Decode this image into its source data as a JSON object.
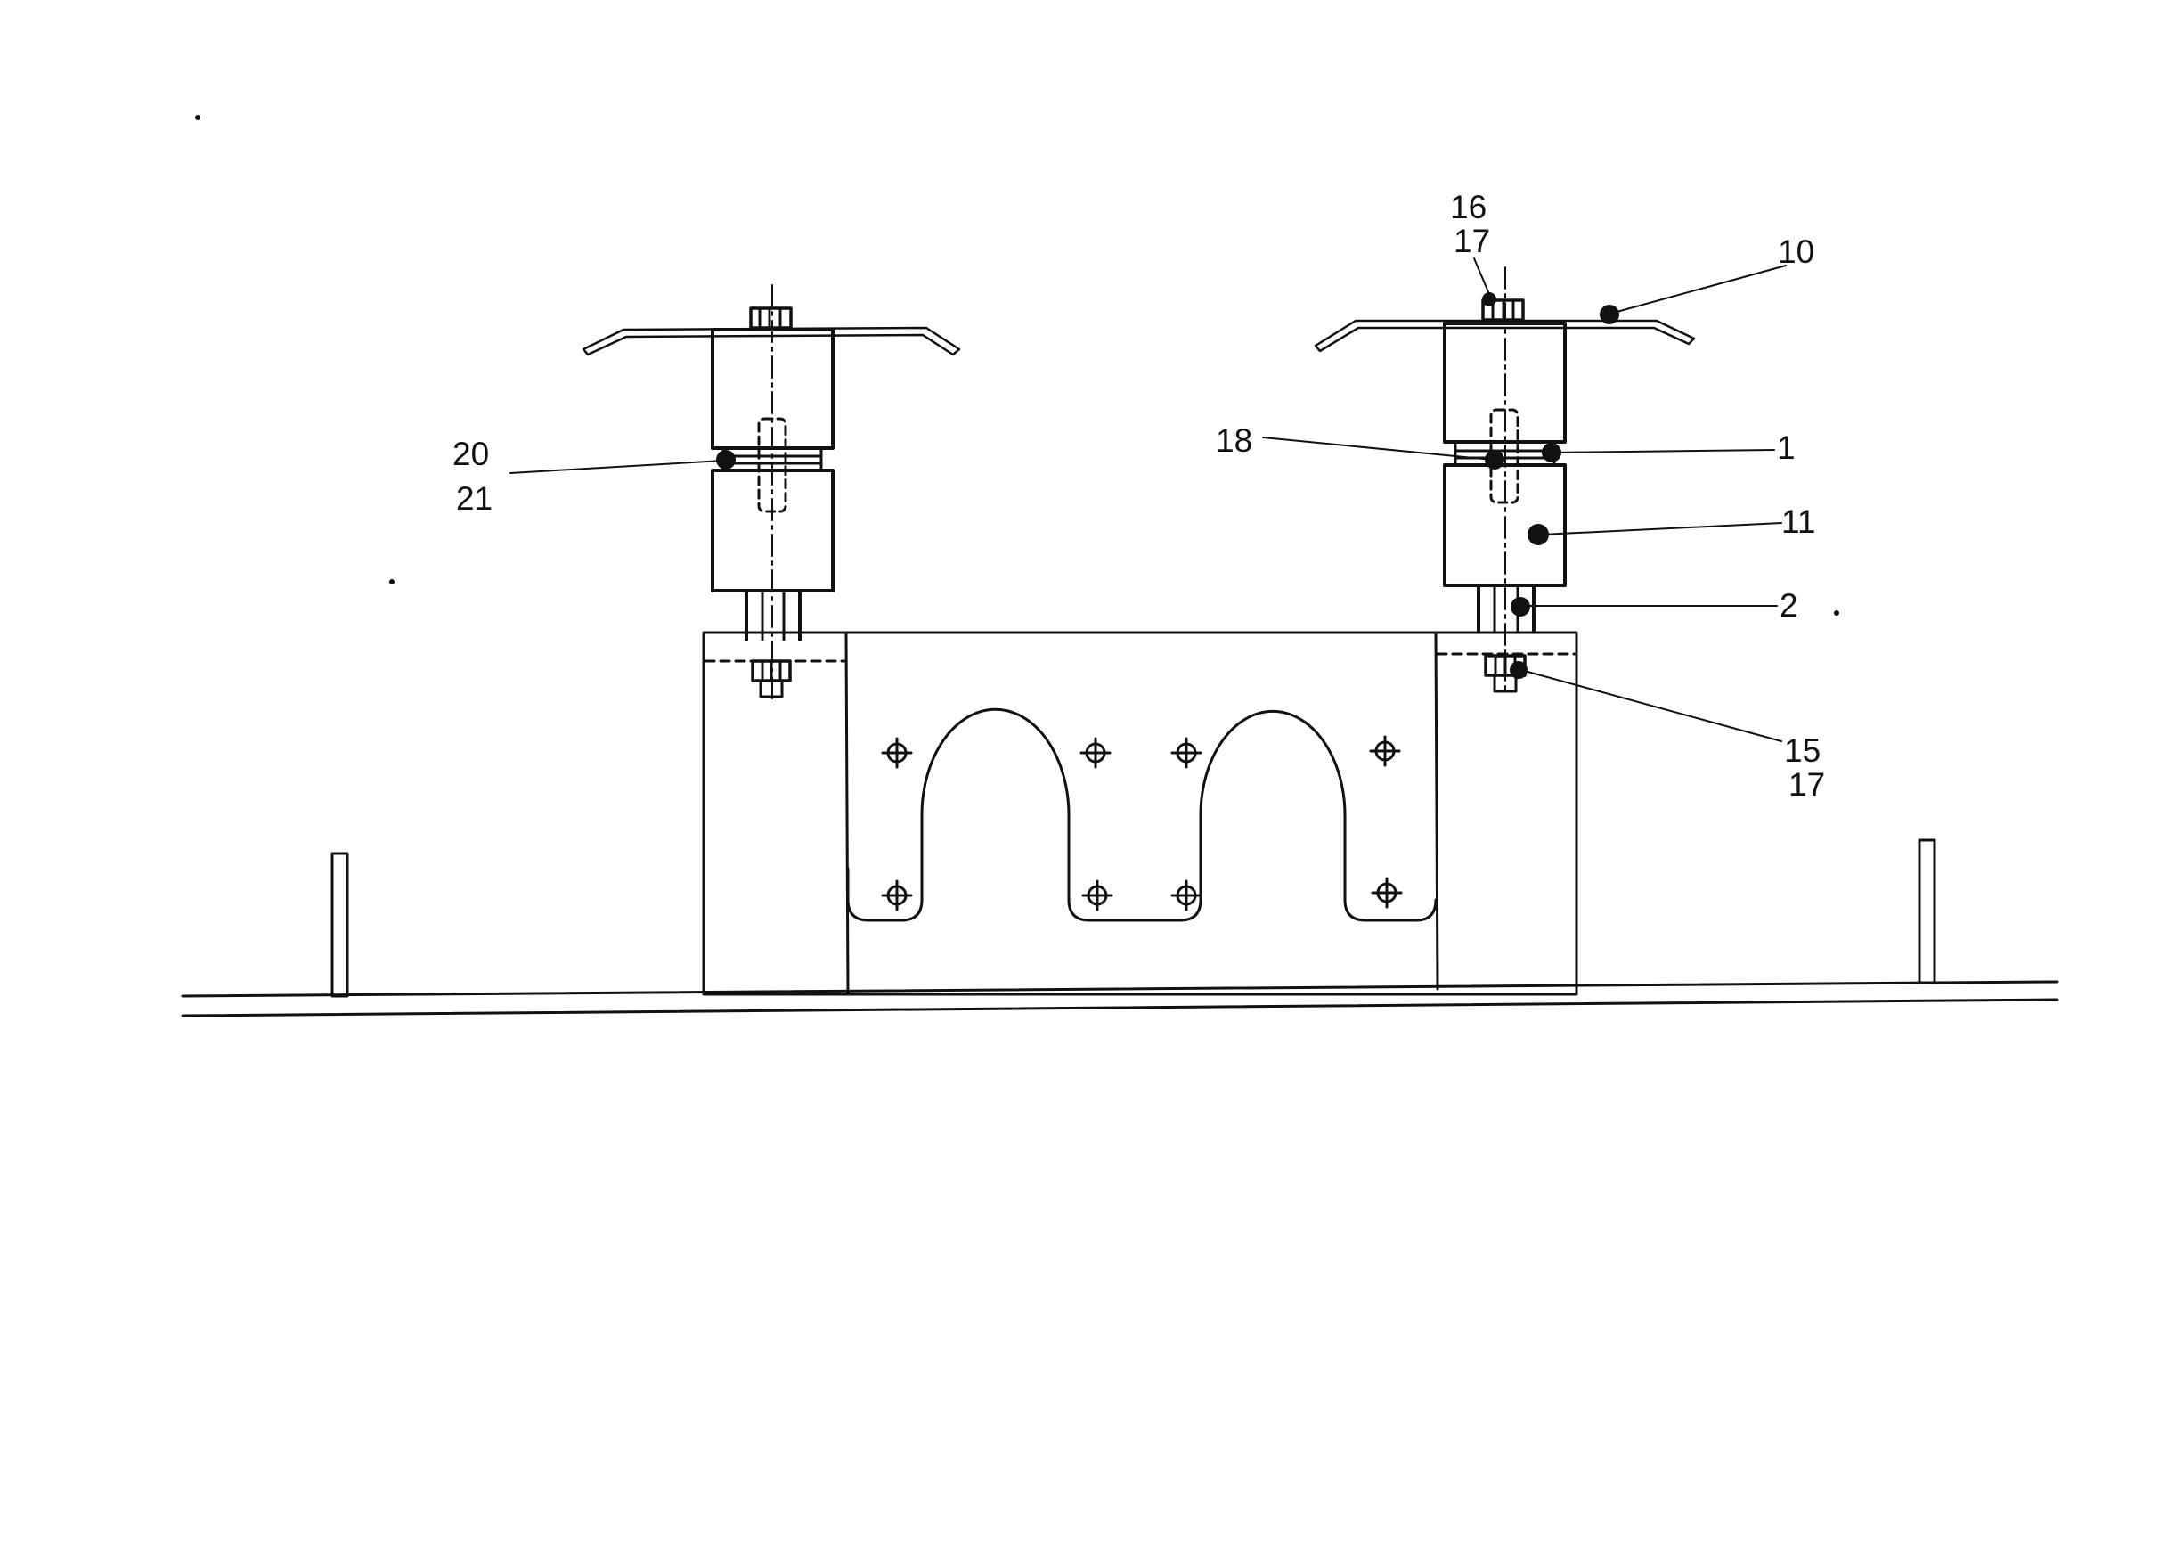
{
  "figure": {
    "line_color": "#111111",
    "background": "#ffffff",
    "reference_labels": [
      {
        "id": "label-16",
        "text": "16"
      },
      {
        "id": "label-17-top",
        "text": "17"
      },
      {
        "id": "label-10",
        "text": "10"
      },
      {
        "id": "label-20",
        "text": "20"
      },
      {
        "id": "label-21",
        "text": "21"
      },
      {
        "id": "label-18",
        "text": "18"
      },
      {
        "id": "label-1",
        "text": "1"
      },
      {
        "id": "label-11",
        "text": "11"
      },
      {
        "id": "label-2",
        "text": "2"
      },
      {
        "id": "label-15",
        "text": "15"
      },
      {
        "id": "label-17-bottom",
        "text": "17"
      }
    ]
  }
}
